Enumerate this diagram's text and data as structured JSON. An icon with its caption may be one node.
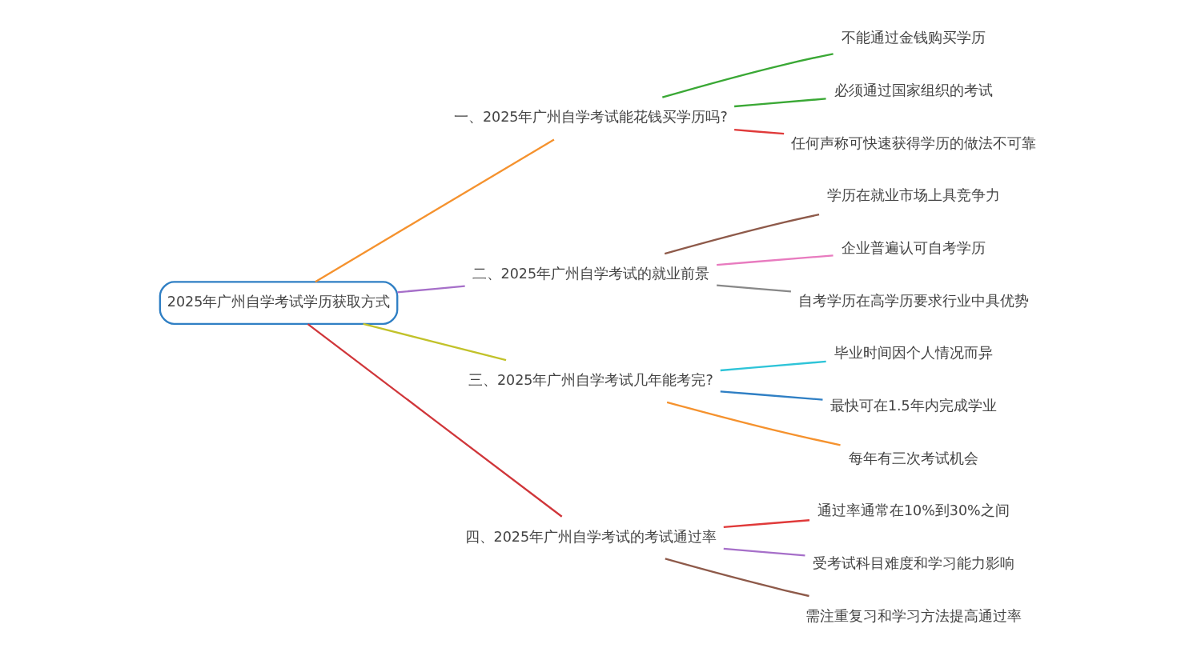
{
  "diagram": {
    "nodes": [
      {
        "text": [
          "2025年广州自学考试学历获取方式"
        ]
      },
      {
        "text": [
          "一、2025年广州自学考试能花钱买学历吗?"
        ]
      },
      {
        "text": [
          "不能通过金钱购买学历"
        ]
      },
      {
        "text": [
          "必须通过国家组织的考试"
        ]
      },
      {
        "text": [
          "任何声称可快速获得学历的做法不可靠"
        ]
      },
      {
        "text": [
          "二、2025年广州自学考试的就业前景"
        ]
      },
      {
        "text": [
          "学历在就业市场上具竞争力"
        ]
      },
      {
        "text": [
          "企业普遍认可自考学历"
        ]
      },
      {
        "text": [
          "自考学历在高学历要求行业中具优势"
        ]
      },
      {
        "text": [
          "三、2025年广州自学考试几年能考完?"
        ]
      },
      {
        "text": [
          "毕业时间因个人情况而异"
        ]
      },
      {
        "text": [
          "最快可在1.5年内完成学业"
        ]
      },
      {
        "text": [
          "每年有三次考试机会"
        ]
      },
      {
        "text": [
          "四、2025年广州自学考试的考试通过率"
        ]
      },
      {
        "text": [
          "通过率通常在10%到30%之间"
        ]
      },
      {
        "text": [
          "受考试科目难度和学习能力影响"
        ]
      },
      {
        "text": [
          "需注重复习和学习方法提高通过率"
        ]
      }
    ],
    "edges": [
      {
        "from": 0,
        "to": 1,
        "arrow": "none",
        "color": "#f5922e"
      },
      {
        "from": 1,
        "to": 2,
        "arrow": "none",
        "color": "#3aa835"
      },
      {
        "from": 1,
        "to": 3,
        "arrow": "none",
        "color": "#3aa835"
      },
      {
        "from": 1,
        "to": 4,
        "arrow": "none",
        "color": "#e03a3a"
      },
      {
        "from": 0,
        "to": 5,
        "arrow": "none",
        "color": "#a66fc9"
      },
      {
        "from": 5,
        "to": 6,
        "arrow": "none",
        "color": "#8e5a4a"
      },
      {
        "from": 5,
        "to": 7,
        "arrow": "none",
        "color": "#e87bbf"
      },
      {
        "from": 5,
        "to": 8,
        "arrow": "none",
        "color": "#888888"
      },
      {
        "from": 0,
        "to": 9,
        "arrow": "none",
        "color": "#c2c22a"
      },
      {
        "from": 9,
        "to": 10,
        "arrow": "none",
        "color": "#2ec4d8"
      },
      {
        "from": 9,
        "to": 11,
        "arrow": "none",
        "color": "#2f7fc4"
      },
      {
        "from": 9,
        "to": 12,
        "arrow": "none",
        "color": "#f5922e"
      },
      {
        "from": 0,
        "to": 13,
        "arrow": "none",
        "color": "#d0363a"
      },
      {
        "from": 13,
        "to": 14,
        "arrow": "none",
        "color": "#e03a3a"
      },
      {
        "from": 13,
        "to": 15,
        "arrow": "none",
        "color": "#a66fc9"
      },
      {
        "from": 13,
        "to": 16,
        "arrow": "none",
        "color": "#8e5a4a"
      }
    ]
  }
}
